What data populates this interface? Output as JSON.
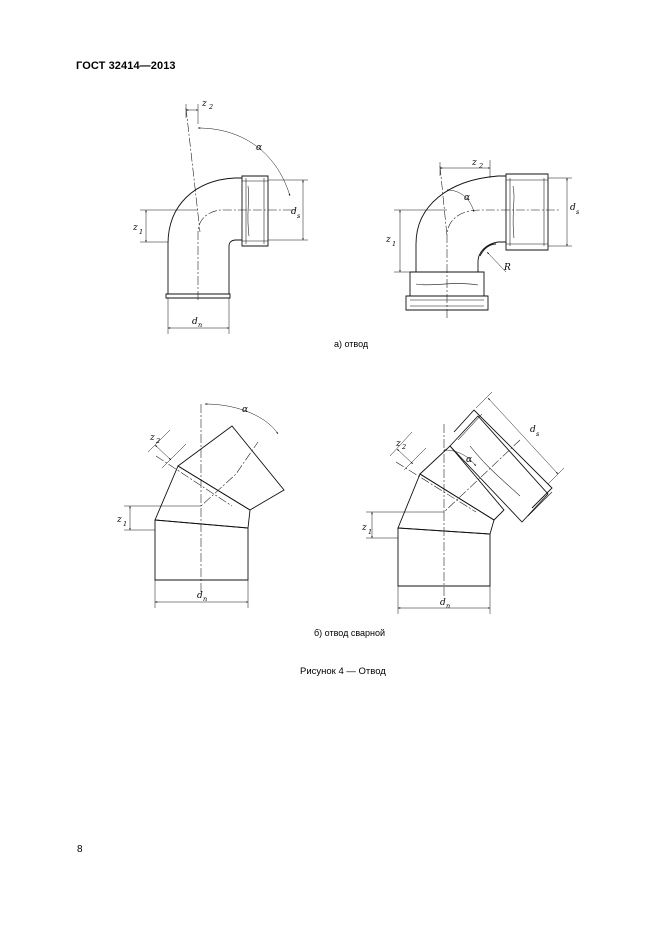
{
  "header": {
    "standard": "ГОСТ 32414—2013"
  },
  "captions": {
    "a": "а) отвод",
    "b": "б) отвод сварной",
    "figure": "Рисунок 4 — Отвод"
  },
  "page_number": "8",
  "labels": {
    "z": "z",
    "sub1": "1",
    "sub2": "2",
    "alpha": "α",
    "d": "d",
    "sub_n": "n",
    "sub_s": "s",
    "R": "R"
  }
}
